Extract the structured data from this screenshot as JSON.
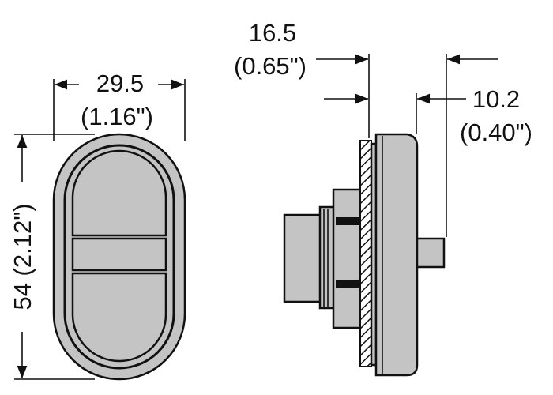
{
  "front_view": {
    "width_mm": "29.5",
    "width_in": "(1.16\")",
    "height_label": "54 (2.12\")"
  },
  "side_view": {
    "depth_mm": "16.5",
    "depth_in": "(0.65\")",
    "plunger_mm": "10.2",
    "plunger_in": "(0.40\")"
  },
  "colors": {
    "part": "#c4c4c4",
    "line": "#111111"
  }
}
